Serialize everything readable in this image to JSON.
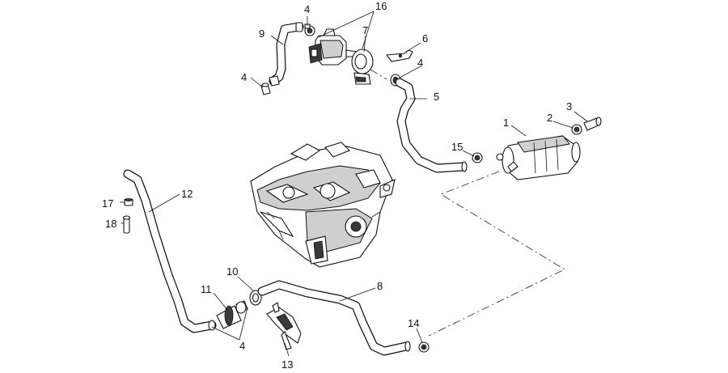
{
  "diagram": {
    "callouts": [
      "1",
      "2",
      "3",
      "4",
      "4",
      "4",
      "4",
      "5",
      "6",
      "7",
      "8",
      "9",
      "10",
      "11",
      "12",
      "13",
      "14",
      "15",
      "16",
      "17",
      "18"
    ],
    "stroke_color": "#111111",
    "background": "#ffffff"
  }
}
